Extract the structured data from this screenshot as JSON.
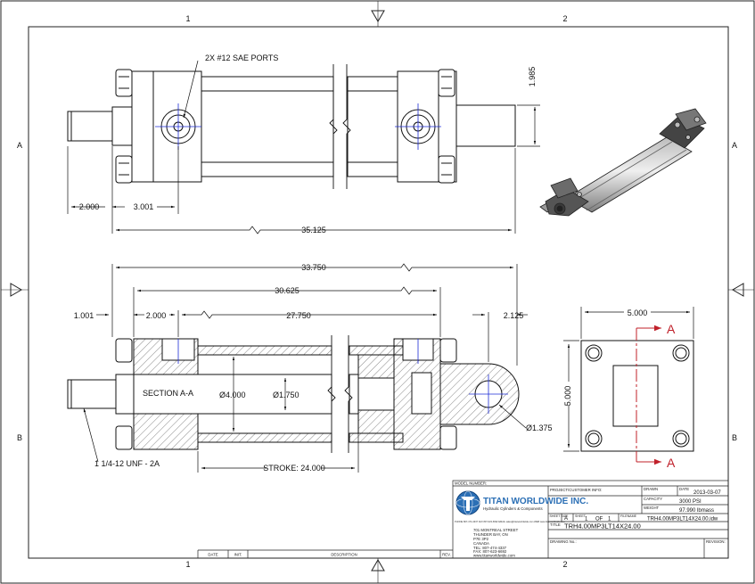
{
  "sheet": {
    "zone_cols": [
      "1",
      "2"
    ],
    "zone_rows": [
      "A",
      "B"
    ]
  },
  "dims": {
    "top_view": {
      "ports": "2X #12 SAE PORTS",
      "height": "1.985",
      "rod_ext": "2.000",
      "port_pos": "3.001",
      "overall": "35.125"
    },
    "section_view": {
      "overall": "33.750",
      "body": "30.625",
      "rod_ext": "1.001",
      "port_pos": "2.000",
      "tube": "27.750",
      "clevis": "2.125",
      "label": "SECTION A-A",
      "bore": "Ø4.000",
      "rod": "Ø1.750",
      "pin": "Ø1.375",
      "thread": "1 1/4-12 UNF - 2A",
      "stroke": "STROKE: 24.000"
    },
    "end_view": {
      "width": "5.000",
      "height": "5.000",
      "cut_top": "A",
      "cut_bottom": "A"
    }
  },
  "title_block": {
    "model_label": "MODEL NUMBER:",
    "company": "TITAN WORLDWIDE INC.",
    "tagline": "Hydraulic Cylinders & Components",
    "contact_line": "PHONE 807-474-4337   FAX 807-623-6692   EMAIL sales@titanworldwide.com   WEB www.titanworldwide.com",
    "address": [
      "701 MONTREAL STREET",
      "THUNDER BAY, ON",
      "P7E 3P2",
      "CANADA",
      "TEL: 807-474-4337",
      "FAX: 807-623-6692",
      "www.titanworldwide.com"
    ],
    "project_label": "PROJECT/CUSTOMER INFO:",
    "drawn_label": "DRAWN",
    "date_label": "DATE",
    "date": "2013-03-07",
    "capacity_label": "CAPACITY",
    "capacity": "3000 PSI",
    "weight_label": "WEIGHT",
    "weight": "97.990 lbmass",
    "sheet_size_label": "SHEET SIZE",
    "sheet_size": "A",
    "sheet_label": "SHEET",
    "sheet_num": "1",
    "of_label": "OF",
    "sheet_total": "1",
    "filename_label": "FILENAME",
    "filename": "TRH4.00MP3LT14X24.00.idw",
    "title_label": "TITLE",
    "title": "TRH4.00MP3LT14X24.00",
    "drawing_no_label": "DRAWING No.:",
    "revision_label": "REVISION:",
    "rev_cols": [
      "DATE",
      "INIT.",
      "DESCRIPTION",
      "REV."
    ]
  },
  "colors": {
    "line": "#111111",
    "centerline": "#1c2bd6",
    "section_arrow": "#c0202a",
    "logo_blue": "#2b6fb5",
    "body_fill": "#f4f4f4"
  }
}
